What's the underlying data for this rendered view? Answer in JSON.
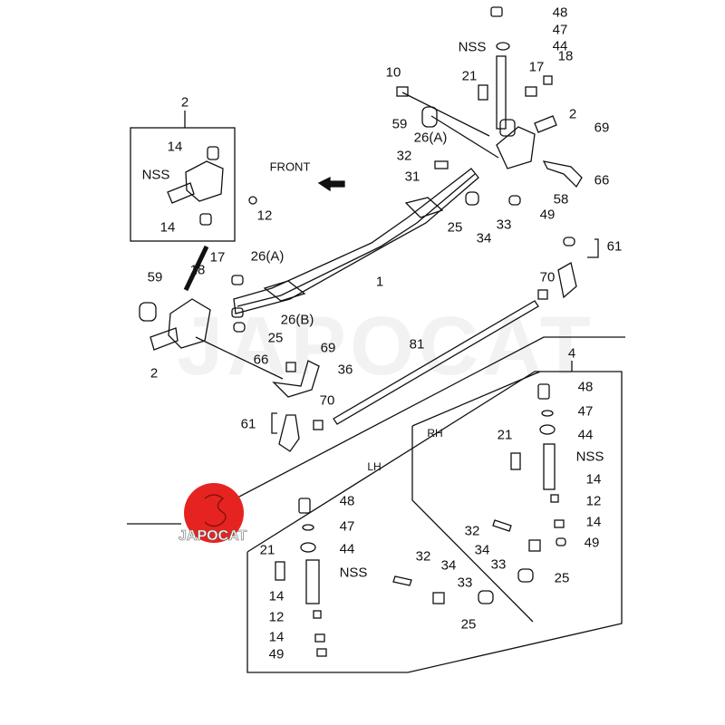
{
  "title_direction": "FRONT",
  "side_labels": {
    "rh": "RH",
    "lh": "LH"
  },
  "watermark": "JAPOCAT",
  "logo_text": "JAPOCAT",
  "colors": {
    "logo": "#e52421",
    "line": "#111111"
  },
  "callouts": {
    "top": [
      "48",
      "47",
      "NSS",
      "44",
      "10",
      "21",
      "17",
      "18",
      "2",
      "69",
      "59",
      "26(A)",
      "32",
      "31",
      "66",
      "58",
      "25",
      "34",
      "33",
      "49",
      "61",
      "70"
    ],
    "inset": [
      "2",
      "14",
      "NSS",
      "12",
      "14"
    ],
    "left": [
      "59",
      "18",
      "17",
      "26(A)",
      "1",
      "26(B)",
      "25",
      "2",
      "66",
      "69",
      "36",
      "81",
      "70",
      "61",
      "4"
    ],
    "rh": [
      "48",
      "47",
      "21",
      "44",
      "NSS",
      "14",
      "12",
      "14",
      "32",
      "34",
      "49",
      "33",
      "25"
    ],
    "lh": [
      "48",
      "47",
      "21",
      "44",
      "NSS",
      "32",
      "34",
      "33",
      "14",
      "12",
      "14",
      "49",
      "25"
    ]
  }
}
